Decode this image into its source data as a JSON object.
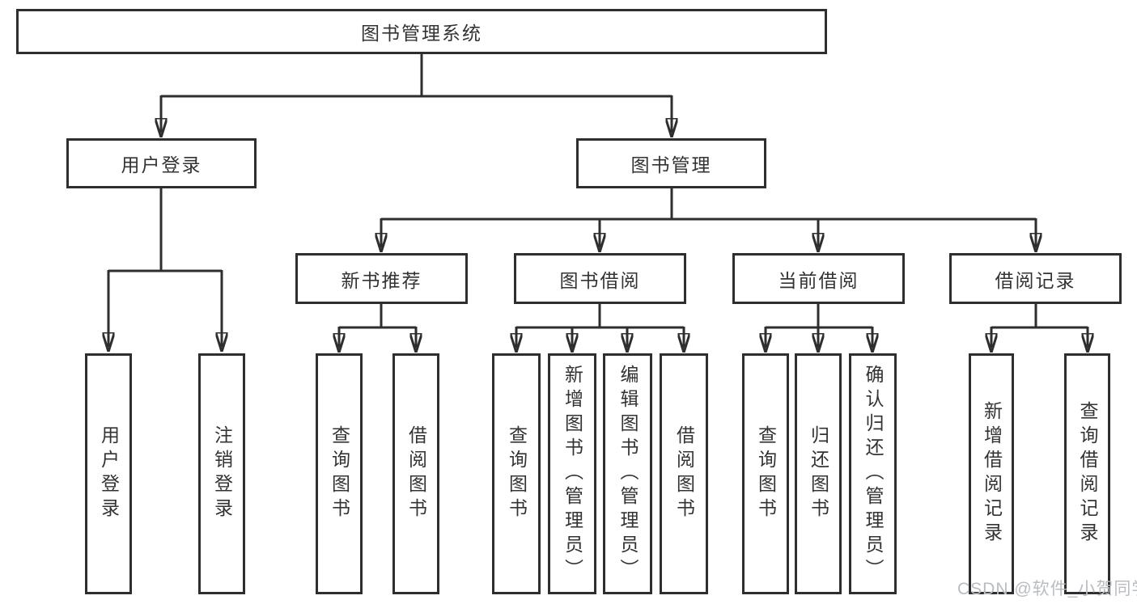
{
  "diagram": {
    "title": "图书管理系统",
    "branches": [
      {
        "label": "用户登录",
        "children": [
          {
            "label": "用户登录"
          },
          {
            "label": "注销登录"
          }
        ]
      },
      {
        "label": "图书管理",
        "children": [
          {
            "label": "新书推荐",
            "children": [
              {
                "label": "查询图书"
              },
              {
                "label": "借阅图书"
              }
            ]
          },
          {
            "label": "图书借阅",
            "children": [
              {
                "label": "查询图书"
              },
              {
                "label": "新增图书（管理员）"
              },
              {
                "label": "编辑图书（管理员）"
              },
              {
                "label": "借阅图书"
              }
            ]
          },
          {
            "label": "当前借阅",
            "children": [
              {
                "label": "查询图书"
              },
              {
                "label": "归还图书"
              },
              {
                "label": "确认归还（管理员）"
              }
            ]
          },
          {
            "label": "借阅记录",
            "children": [
              {
                "label": "新增借阅记录"
              },
              {
                "label": "查询借阅记录"
              }
            ]
          }
        ]
      }
    ]
  },
  "watermark": {
    "text": "CSDN @软件_小贺同学",
    "color": "#b9bdc1"
  },
  "colors": {
    "line": "#2e2e2e",
    "text": "#333333",
    "background": "#ffffff"
  }
}
